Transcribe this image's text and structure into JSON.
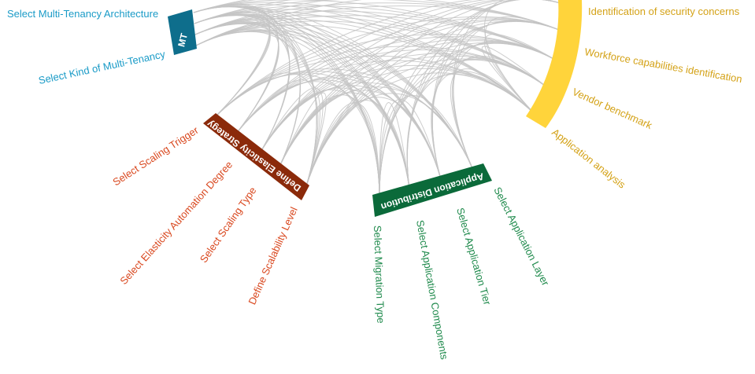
{
  "colors": {
    "mt": "#0e6e8c",
    "mt_text": "#1a9bc7",
    "elasticity": "#8b2a0a",
    "elasticity_text": "#d9481f",
    "app_distribution": "#0b6a3a",
    "app_distribution_text": "#1f8a4c",
    "security": "#ffd43b",
    "security_text": "#d4a217",
    "link": "#c4c4c4"
  },
  "groups": {
    "mt": {
      "label": "MT"
    },
    "elasticity": {
      "label": "Define Elasticity Strategy"
    },
    "app_distribution": {
      "label": "Application Distribution"
    },
    "security": {
      "label": ""
    }
  },
  "nodes": {
    "select_multi_tenancy_architecture": "Select Multi-Tenancy Architecture",
    "select_kind_of_multi_tenancy": "Select Kind of Multi-Tenancy",
    "select_scaling_trigger": "Select Scaling Trigger",
    "select_elasticity_automation_degree": "Select Elasticity Automation Degree",
    "select_scaling_type": "Select Scaling Type",
    "define_scalability_level": "Define Scalability Level",
    "select_migration_type": "Select Migration Type",
    "select_application_components": "Select Application Components",
    "select_application_tier": "Select Application Tier",
    "select_application_layer": "Select Application Layer",
    "identification_of_security_concerns": "Identification of security concerns",
    "workforce_capabilities_identification": "Workforce capabilities identification",
    "vendor_benchmark": "Vendor benchmark",
    "application_analysis": "Application analysis"
  }
}
